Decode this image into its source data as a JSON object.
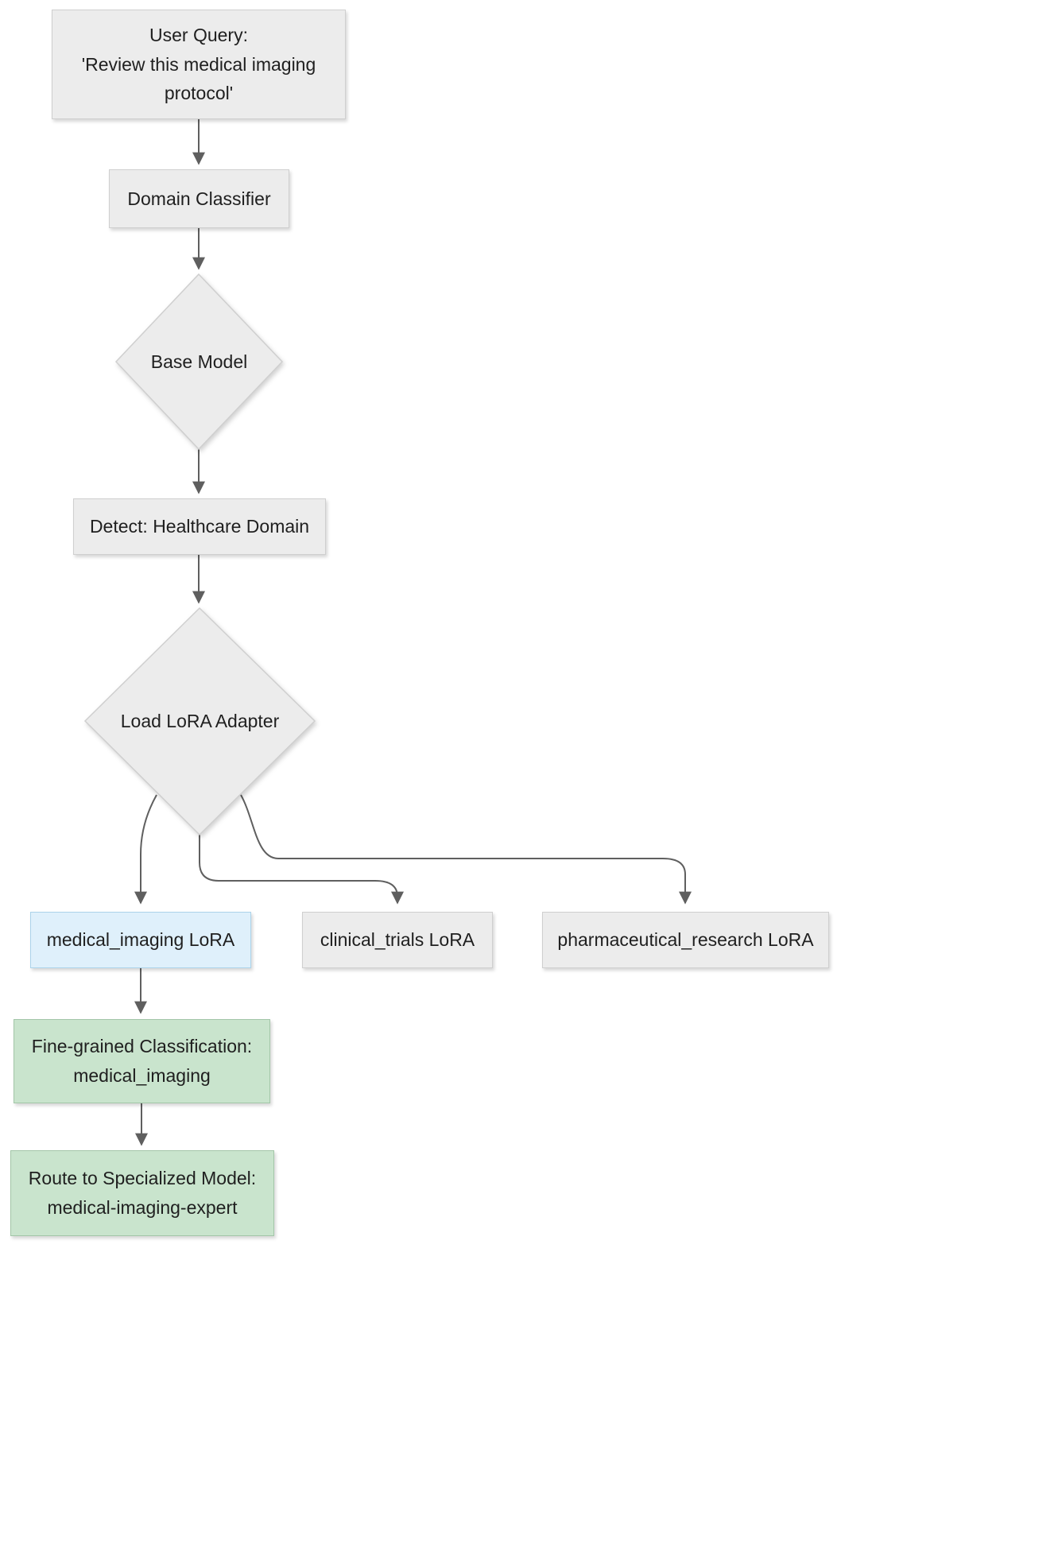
{
  "diagram": {
    "colors": {
      "node_fill": "#ececec",
      "node_border": "#cfcfcf",
      "highlight_fill": "#dff0fb",
      "highlight_border": "#abd3ea",
      "success_fill": "#c9e4cd",
      "success_border": "#a3c6a8",
      "edge": "#5f5f5f"
    },
    "nodes": {
      "user_query": {
        "lines": [
          "User Query:",
          "'Review this medical imaging",
          "protocol'"
        ]
      },
      "domain_classifier": {
        "label": "Domain Classifier"
      },
      "base_model": {
        "label": "Base Model"
      },
      "detect_domain": {
        "label": "Detect: Healthcare Domain"
      },
      "load_lora": {
        "label": "Load LoRA Adapter"
      },
      "medical_imaging_lora": {
        "label": "medical_imaging LoRA"
      },
      "clinical_trials_lora": {
        "label": "clinical_trials LoRA"
      },
      "pharmaceutical_research_lora": {
        "label": "pharmaceutical_research LoRA"
      },
      "fine_grained": {
        "lines": [
          "Fine-grained Classification:",
          "medical_imaging"
        ]
      },
      "route": {
        "lines": [
          "Route to Specialized Model:",
          "medical-imaging-expert"
        ]
      }
    }
  }
}
